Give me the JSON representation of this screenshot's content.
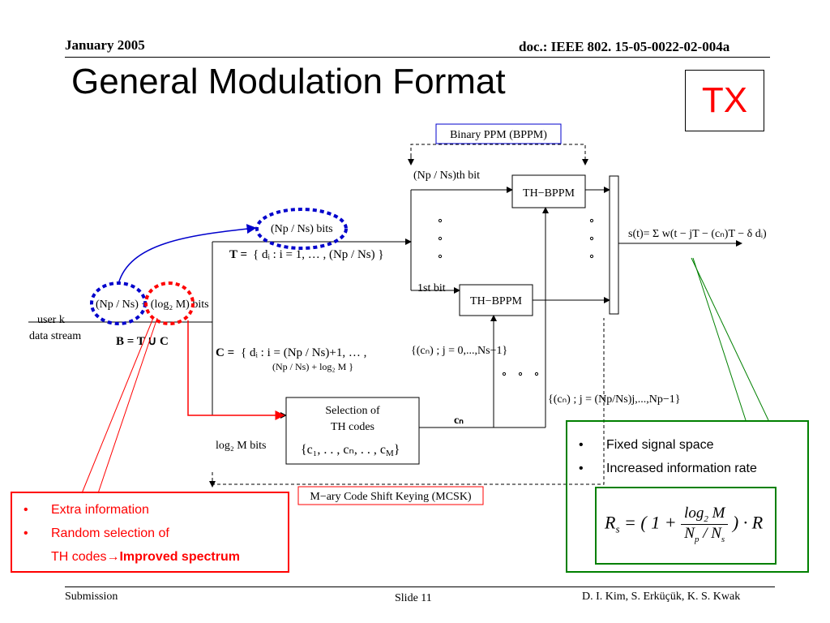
{
  "header": {
    "date": "January 2005",
    "doc_id": "doc.: IEEE 802. 15-05-0022-02-004a"
  },
  "title": "General Modulation Format",
  "tx_label": "TX",
  "diagram": {
    "bppm_label": "Binary PPM (BPPM)",
    "mcsk_label": "M−ary Code Shift Keying (MCSK)",
    "th_bppm_label": "TH−BPPM",
    "selection_lines": [
      "Selection of",
      "TH codes"
    ],
    "user_stream": [
      "user k",
      "data stream"
    ],
    "bits_label": "bits",
    "bit_label": "bit",
    "log2m_bits": "log₂ M bits",
    "b_equation": "B = T ∪ C",
    "t_set_label": "T =",
    "c_set_label": "C ="
  },
  "bullets_right": [
    "Fixed signal space",
    "Increased information rate"
  ],
  "bullets_left": [
    "Extra information",
    "Random selection of"
  ],
  "bullets_left_cont_prefix": "TH codes",
  "bullets_left_cont_bold": "Improved spectrum",
  "colors": {
    "red": "#ff0000",
    "blue": "#0000cc",
    "green": "#008000"
  },
  "footer": {
    "left": "Submission",
    "center": "Slide 11",
    "right": "D. I. Kim, S. Erküçük, K. S. Kwak"
  }
}
